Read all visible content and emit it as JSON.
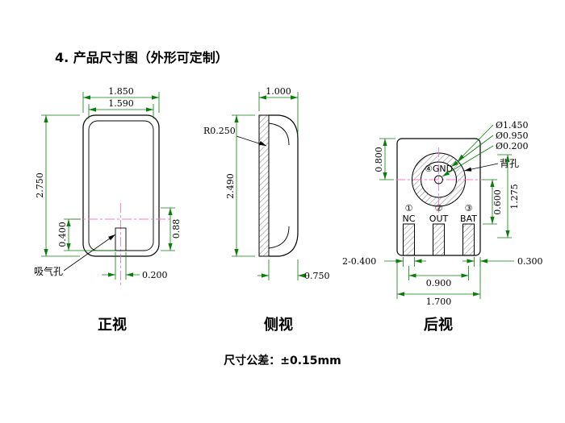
{
  "page": {
    "title": "4. 产品尺寸图（外形可定制）",
    "tolerance_note": "尺寸公差：±0.15mm"
  },
  "colors": {
    "geometry": "#000000",
    "dimension_lines": "#0b7d0b",
    "centerlines": "#ff77c2",
    "hatch": "#808080",
    "background": "#ffffff"
  },
  "front_view": {
    "label": "正视",
    "dimensions": {
      "outer_width": "1.850",
      "inner_width": "1.590",
      "height": "2.750",
      "hole_offset": "0.400",
      "hole_height": "0.88",
      "hole_width": "0.200"
    },
    "annotations": {
      "suction_hole": "吸气孔"
    }
  },
  "side_view": {
    "label": "侧视",
    "dimensions": {
      "depth": "1.000",
      "corner_radius": "R0.250",
      "height": "2.490",
      "dome_depth": "0.750"
    }
  },
  "rear_view": {
    "label": "后视",
    "dimensions": {
      "hole_outer_dia": "Ø1.450",
      "hole_mid_dia": "Ø0.950",
      "hole_small_dia": "Ø0.200",
      "top_to_center": "0.800",
      "center_to_pad": "0.600",
      "side_height": "1.275",
      "pad_width": "2-0.400",
      "pad_edge_gap": "0.300",
      "pad_pitch": "0.900",
      "width": "1.700"
    },
    "annotations": {
      "gnd": "④GND",
      "back_hole": "背孔"
    },
    "pins": [
      {
        "num": "①",
        "name": "NC"
      },
      {
        "num": "②",
        "name": "OUT"
      },
      {
        "num": "③",
        "name": "BAT"
      }
    ]
  }
}
